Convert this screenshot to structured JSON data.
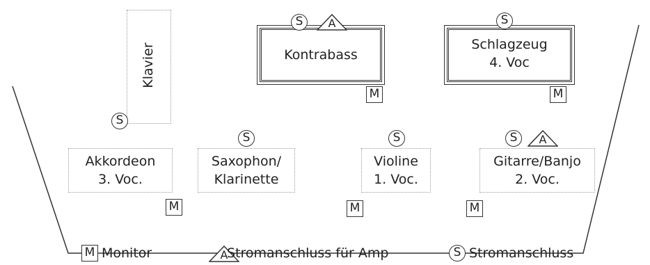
{
  "instruments": {
    "klavier": "Klavier",
    "kontrabass": "Kontrabass",
    "schlagzeug_1": "Schlagzeug",
    "schlagzeug_2": "4. Voc",
    "akkordeon_1": "Akkordeon",
    "akkordeon_2": "3. Voc.",
    "saxophon_1": "Saxophon/",
    "saxophon_2": "Klarinette",
    "violine_1": "Violine",
    "violine_2": "1. Voc.",
    "gitarre_1": "Gitarre/Banjo",
    "gitarre_2": "2. Voc."
  },
  "symbols": {
    "monitor": "M",
    "amp": "A",
    "power": "S"
  },
  "legend": {
    "monitor": "Monitor",
    "amp": "Stromanschluss für Amp",
    "power": "Stromanschluss"
  }
}
